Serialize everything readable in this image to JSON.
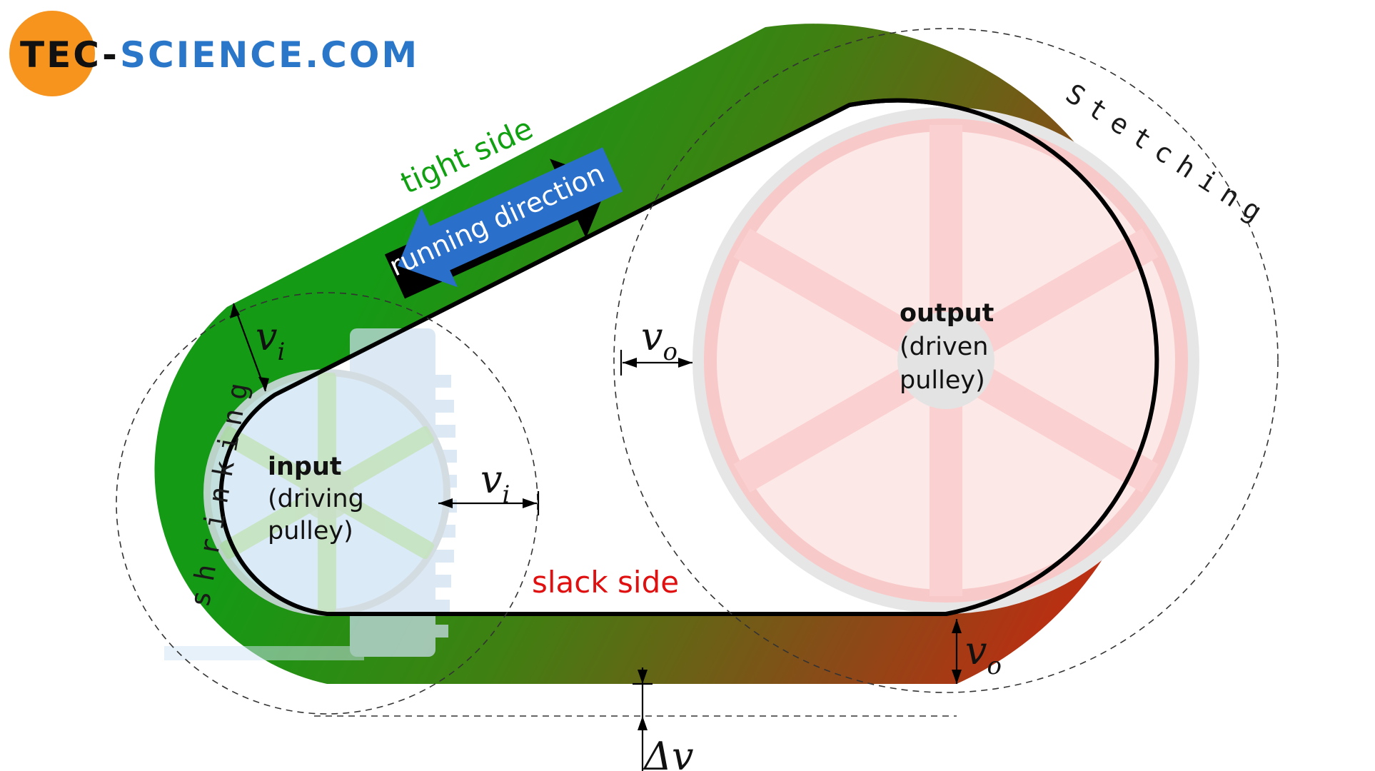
{
  "logo": {
    "part_a": "TEC-",
    "part_b": "SCIENCE.COM"
  },
  "labels": {
    "tight_side": "tight side",
    "slack_side": "slack side",
    "running_direction": "running direction",
    "stretching": "Stetching",
    "shrinking": "shrinking"
  },
  "input_pulley": {
    "title": "input",
    "line1": "(driving",
    "line2": "pulley)"
  },
  "output_pulley": {
    "title": "output",
    "line1": "(driven",
    "line2": "pulley)"
  },
  "symbols": {
    "v": "v",
    "sub_i": "i",
    "sub_o": "o",
    "delta_v": "Δv"
  },
  "colors": {
    "belt_green": "#14a014",
    "belt_red": "#e8140c",
    "belt_brown": "#8a4a1a",
    "arrow_blue": "#2a6fc9",
    "logo_orange": "#f7941d",
    "logo_blue": "#2a77c9",
    "input_pulley_tint": "#d6e8f5",
    "output_pulley_tint": "#fadcdc"
  }
}
